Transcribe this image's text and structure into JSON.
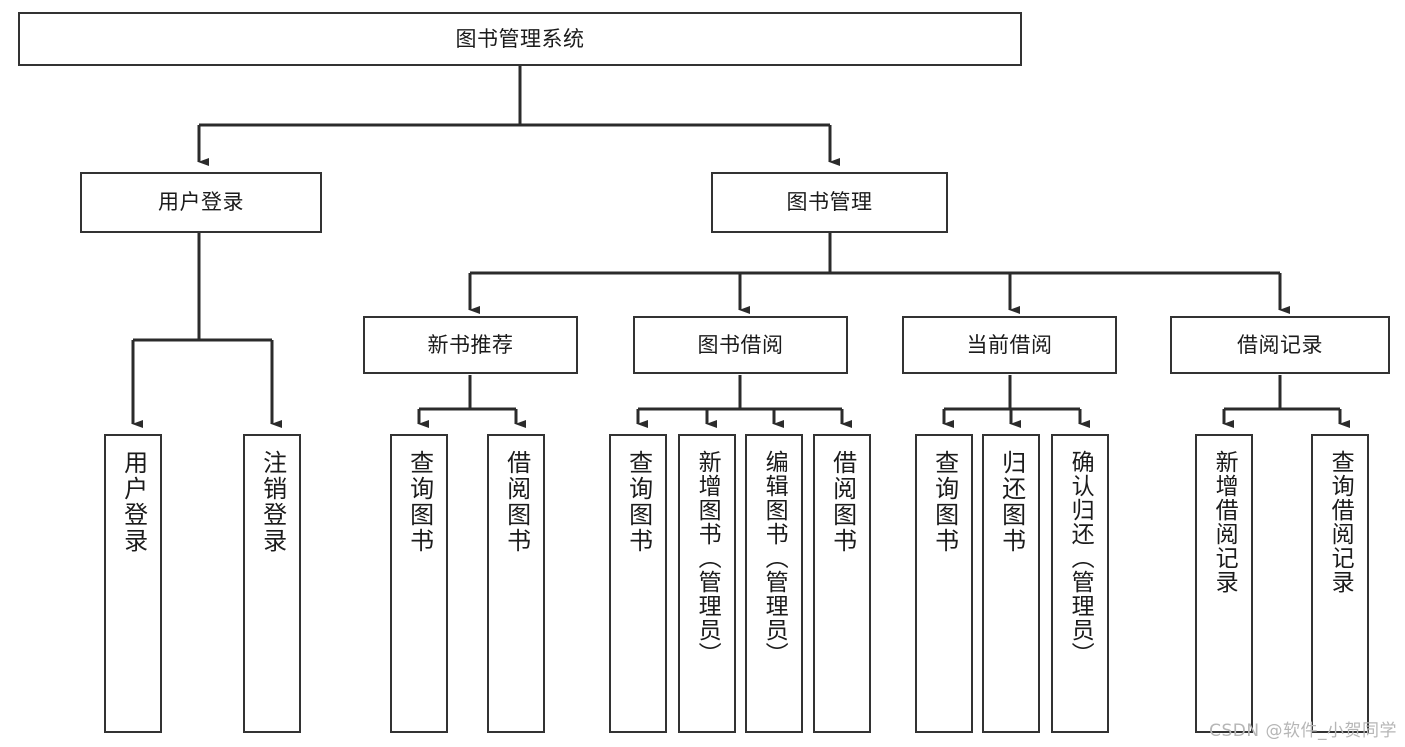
{
  "diagram": {
    "title": "图书管理系统",
    "type": "tree-hierarchy",
    "background_color": "#ffffff",
    "line_color": "#333333",
    "text_color": "#1b1b1b",
    "root": {
      "label": "图书管理系统",
      "level": 1
    },
    "level2": [
      {
        "label": "用户登录"
      },
      {
        "label": "图书管理"
      }
    ],
    "level3": [
      {
        "label": "新书推荐",
        "parent": "图书管理"
      },
      {
        "label": "图书借阅",
        "parent": "图书管理"
      },
      {
        "label": "当前借阅",
        "parent": "图书管理"
      },
      {
        "label": "借阅记录",
        "parent": "图书管理"
      }
    ],
    "leaves": {
      "user_login": [
        {
          "label": "用户登录"
        },
        {
          "label": "注销登录"
        }
      ],
      "new_book_recommend": [
        {
          "label": "查询图书"
        },
        {
          "label": "借阅图书"
        }
      ],
      "book_borrow": [
        {
          "label": "查询图书"
        },
        {
          "label": "新增图书（管理员）"
        },
        {
          "label": "编辑图书（管理员）"
        },
        {
          "label": "借阅图书"
        }
      ],
      "current_borrow": [
        {
          "label": "查询图书"
        },
        {
          "label": "归还图书"
        },
        {
          "label": "确认归还（管理员）"
        }
      ],
      "borrow_record": [
        {
          "label": "新增借阅记录"
        },
        {
          "label": "查询借阅记录"
        }
      ]
    }
  },
  "watermark": {
    "text": "CSDN @软件_小贺同学"
  }
}
